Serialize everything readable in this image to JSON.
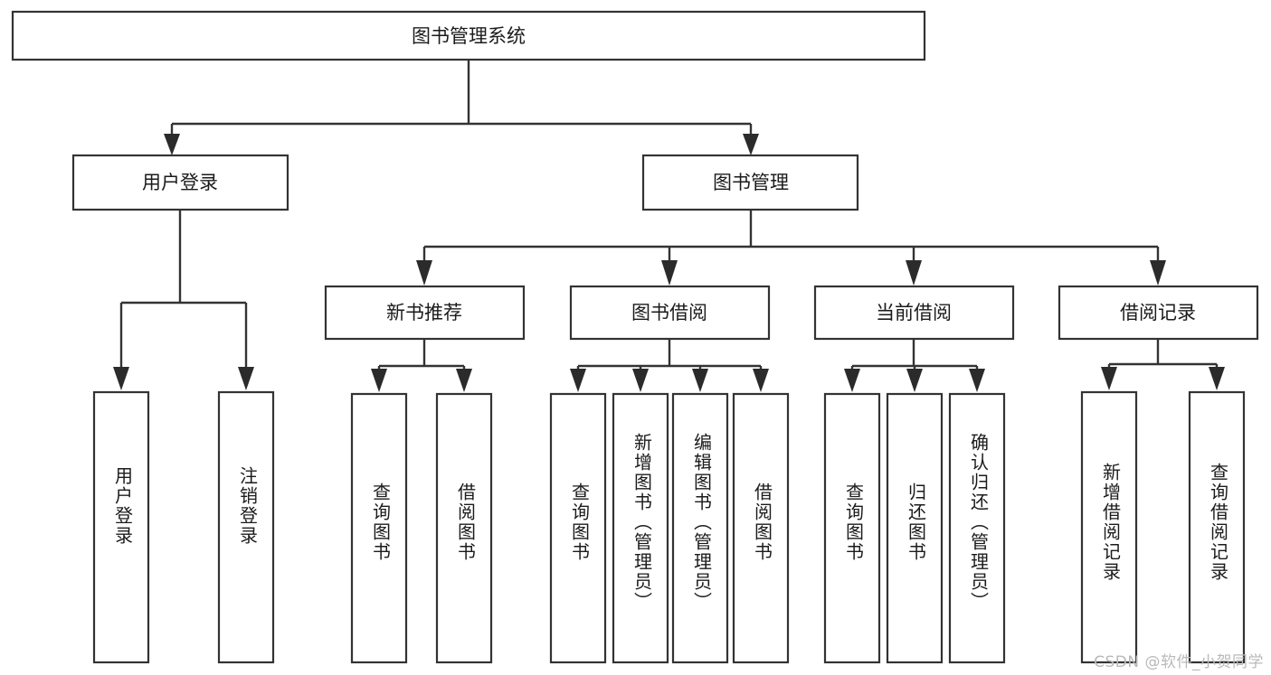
{
  "diagram": {
    "type": "tree",
    "title": "图书管理系统",
    "watermark": "CSDN @软件_小贺同学",
    "colors": {
      "stroke": "#333333",
      "fill": "#ffffff",
      "text": "#1b1b1b",
      "watermark": "#b9b9b9"
    },
    "root": {
      "label": "图书管理系统"
    },
    "level1": [
      {
        "label": "用户登录"
      },
      {
        "label": "图书管理"
      }
    ],
    "level2": [
      {
        "label": "新书推荐"
      },
      {
        "label": "图书借阅"
      },
      {
        "label": "当前借阅"
      },
      {
        "label": "借阅记录"
      }
    ],
    "leaves_user_login": [
      {
        "label": "用户登录"
      },
      {
        "label": "注销登录"
      }
    ],
    "leaves_new_books": [
      {
        "label": "查询图书"
      },
      {
        "label": "借阅图书"
      }
    ],
    "leaves_borrow": [
      {
        "label": "查询图书"
      },
      {
        "label": "新增图书（管理员）"
      },
      {
        "label": "编辑图书（管理员）"
      },
      {
        "label": "借阅图书"
      }
    ],
    "leaves_current": [
      {
        "label": "查询图书"
      },
      {
        "label": "归还图书"
      },
      {
        "label": "确认归还（管理员）"
      }
    ],
    "leaves_records": [
      {
        "label": "新增借阅记录"
      },
      {
        "label": "查询借阅记录"
      }
    ]
  }
}
